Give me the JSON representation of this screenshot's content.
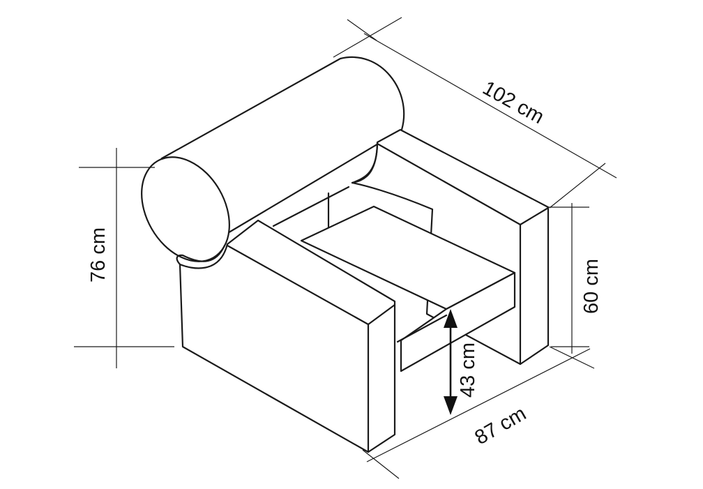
{
  "dimensions": {
    "width": "102 cm",
    "height": "76 cm",
    "arm_height": "60 cm",
    "seat_height": "43 cm",
    "depth": "87 cm"
  },
  "colors": {
    "line": "#1a1a1a",
    "background": "#ffffff"
  }
}
